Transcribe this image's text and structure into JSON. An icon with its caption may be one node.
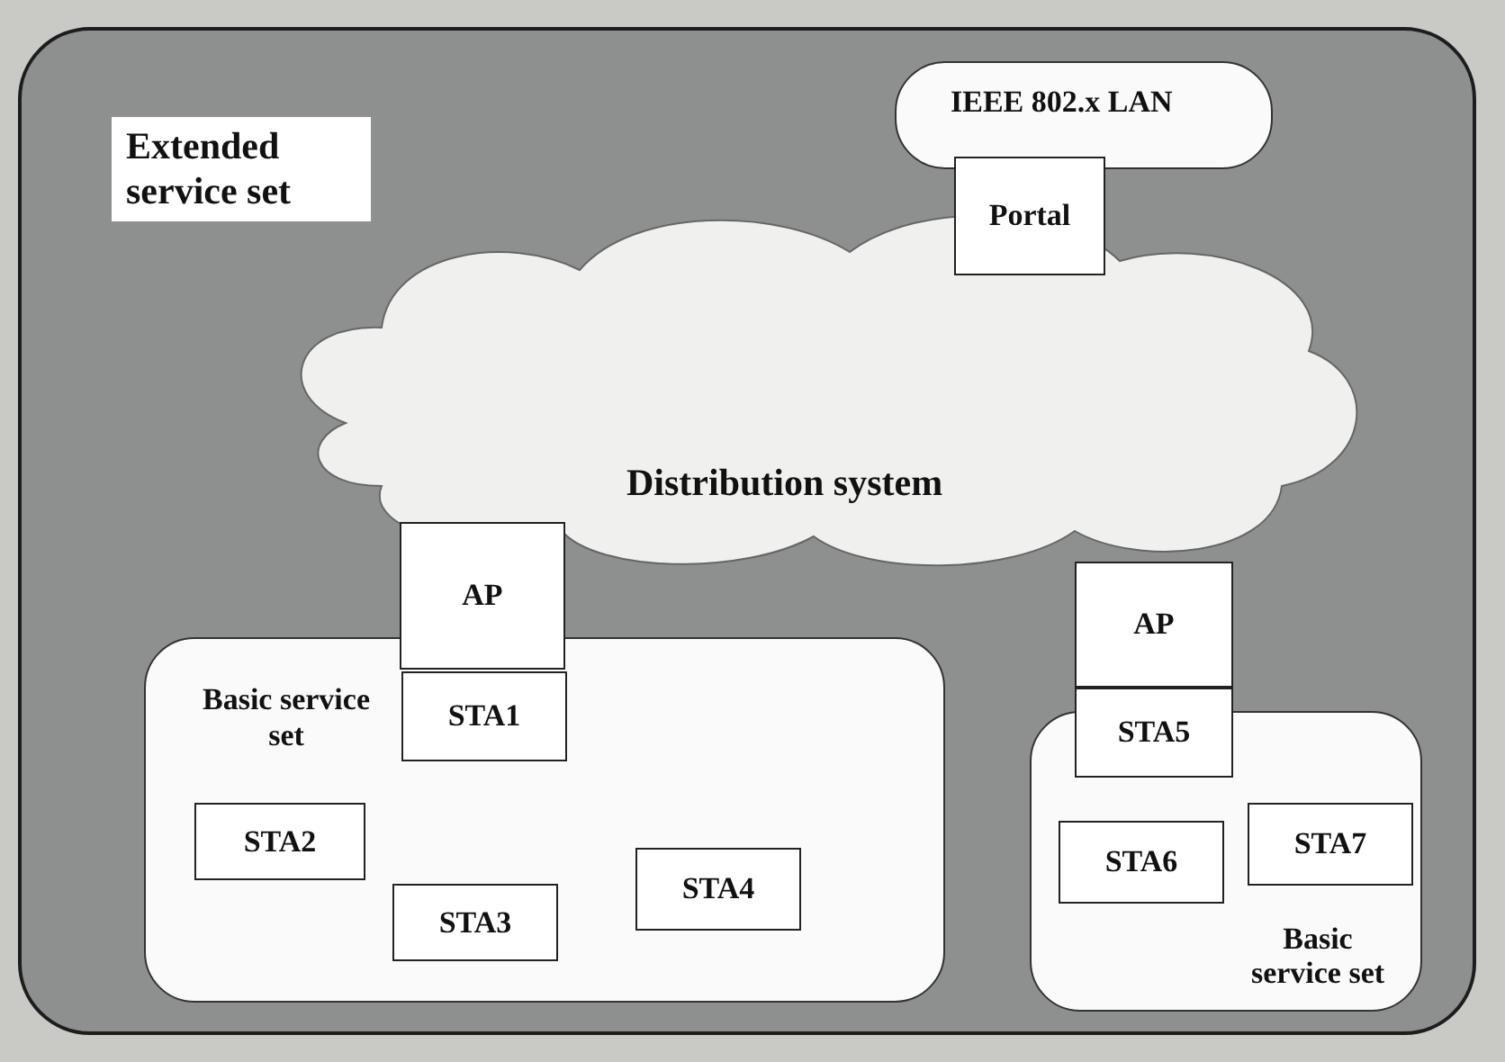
{
  "diagram": {
    "nodes": [
      {
        "text": [
          "Extended service set"
        ]
      },
      {
        "text": [
          "IEEE 802.x LAN"
        ],
        "in": 0
      },
      {
        "text": [
          "Distribution system"
        ],
        "in": 0
      },
      {
        "text": [
          "Portal"
        ],
        "in": 0
      },
      {
        "text": [
          "Basic service set"
        ],
        "in": 0
      },
      {
        "text": [
          "AP"
        ],
        "in": 0
      },
      {
        "text": [
          "STA1"
        ],
        "in": 4
      },
      {
        "text": [
          "STA2"
        ],
        "in": 4
      },
      {
        "text": [
          "STA3"
        ],
        "in": 4
      },
      {
        "text": [
          "STA4"
        ],
        "in": 4
      },
      {
        "text": [
          "Basic service set"
        ],
        "in": 0
      },
      {
        "text": [
          "AP"
        ],
        "in": 0
      },
      {
        "text": [
          "STA5"
        ],
        "in": 0
      },
      {
        "text": [
          "STA6"
        ],
        "in": 10
      },
      {
        "text": [
          "STA7"
        ],
        "in": 10
      }
    ]
  }
}
